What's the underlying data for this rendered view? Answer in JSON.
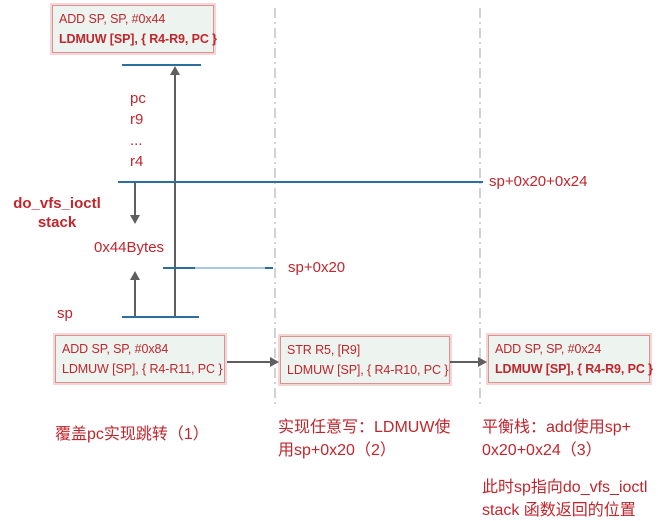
{
  "top_box": {
    "line1": "ADD SP, SP, #0x44",
    "line2": "LDMUW [SP], { R4-R9, PC }"
  },
  "stack_items": {
    "item1": "pc",
    "item2": "r9",
    "item3": "...",
    "item4": "r4"
  },
  "labels": {
    "sp_plus_0x20_0x24": "sp+0x20+0x24",
    "sp_plus_0x20": "sp+0x20",
    "sp": "sp",
    "bytes": "0x44Bytes",
    "func_line1": "do_vfs_ioctl",
    "func_line2": "stack"
  },
  "gadgets": [
    {
      "line1": "ADD SP, SP, #0x84",
      "line2": "LDMUW [SP], { R4-R11, PC }"
    },
    {
      "line1": "STR R5, [R9]",
      "line2": "LDMUW [SP], { R4-R10, PC }"
    },
    {
      "line1": "ADD SP, SP, #0x24",
      "line2": "LDMUW [SP], { R4-R9, PC }"
    }
  ],
  "captions": {
    "step1": "覆盖pc实现跳转（1）",
    "step2_line1": "实现任意写：LDMUW使",
    "step2_line2": "用sp+0x20（2）",
    "step3_line1": "平衡栈：add使用sp+",
    "step3_line2": "0x20+0x24（3）",
    "note_line1": "此时sp指向do_vfs_ioctl",
    "note_line2": "stack 函数返回的位置"
  },
  "colors": {
    "red_text": "#c1262d",
    "blue_line": "#2c6e9e",
    "light_blue_line": "#a9c8e2",
    "gray_arrow": "#5f5f5f",
    "dash_separator": "#d2d2d2",
    "box_fill": "#edf3ee",
    "box_border": "#db9292",
    "box_border_outer": "#f5d6d6"
  }
}
